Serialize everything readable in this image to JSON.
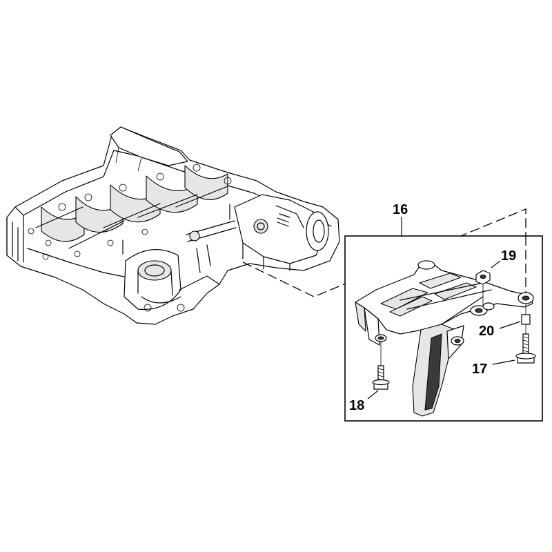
{
  "callouts": {
    "baffle_assembly": "16",
    "bolt_right": "17",
    "bolt_left": "18",
    "nut": "19",
    "stud": "20"
  }
}
